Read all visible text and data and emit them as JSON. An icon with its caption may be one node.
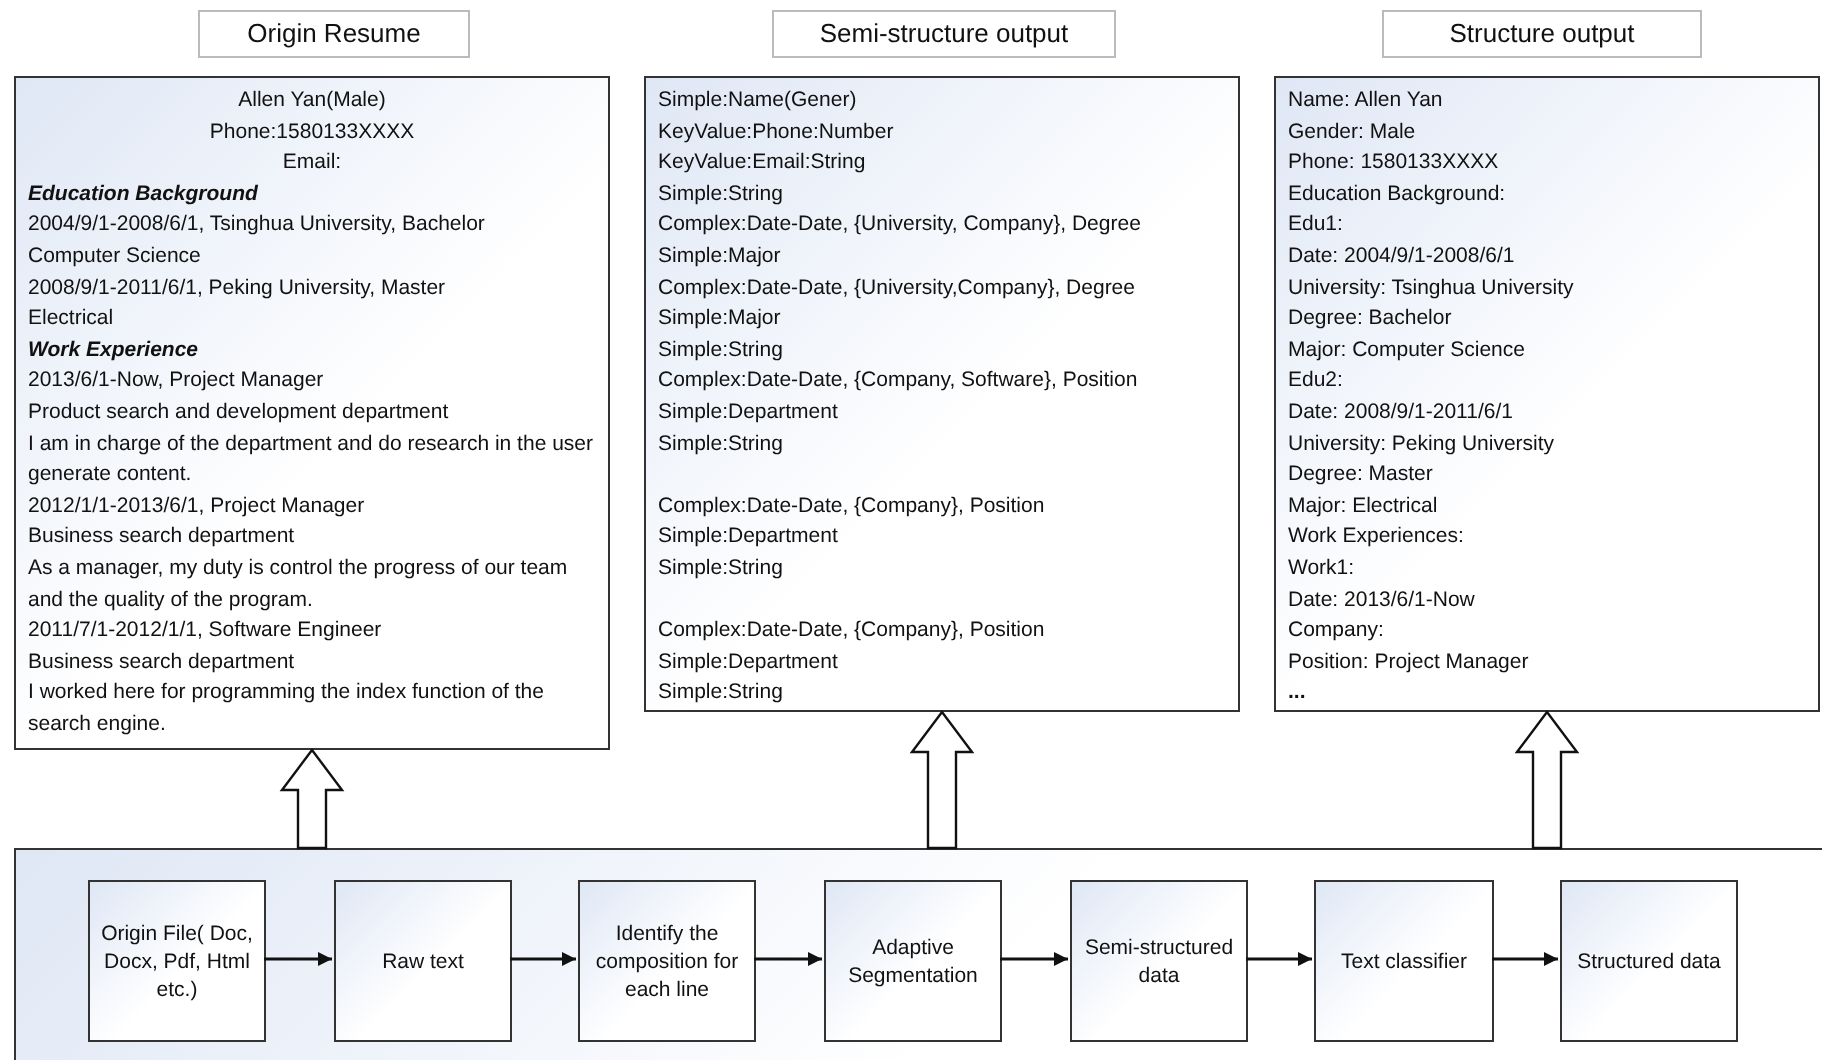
{
  "diagram": {
    "nodes": [
      {
        "text": [
          "Origin Resume",
          "Allen Yan(Male)",
          "Phone:1580133XXXX",
          "Email:",
          "Education Background",
          "2004/9/1-2008/6/1, Tsinghua University, Bachelor",
          "Computer Science",
          "2008/9/1-2011/6/1, Peking University, Master",
          "Electrical",
          "Work Experience",
          "2013/6/1-Now, Project Manager",
          "Product search and development department",
          "I am in charge of the department and do research in the user generate content.",
          "2012/1/1-2013/6/1, Project Manager",
          "Business search department",
          "As a manager, my duty is control the progress of our team and the quality of the program.",
          "2011/7/1-2012/1/1, Software Engineer",
          "Business search department",
          "I worked here for programming the index function of the search engine."
        ]
      },
      {
        "text": [
          "Semi-structure output",
          "Simple:Name(Gener)",
          "KeyValue:Phone:Number",
          "KeyValue:Email:String",
          "Simple:String",
          "Complex:Date-Date, {University, Company}, Degree",
          "Simple:Major",
          "Complex:Date-Date, {University,Company}, Degree",
          "Simple:Major",
          "Simple:String",
          "Complex:Date-Date, {Company, Software}, Position",
          "Simple:Department",
          "Simple:String",
          "Complex:Date-Date, {Company}, Position",
          "Simple:Department",
          "Simple:String",
          "Complex:Date-Date, {Company}, Position",
          "Simple:Department",
          "Simple:String"
        ]
      },
      {
        "text": [
          "Structure output",
          "Name: Allen Yan",
          "Gender: Male",
          "Phone: 1580133XXXX",
          "Education Background:",
          "Edu1:",
          "Date: 2004/9/1-2008/6/1",
          "University: Tsinghua University",
          "Degree: Bachelor",
          "Major: Computer Science",
          "Edu2:",
          "Date: 2008/9/1-2011/6/1",
          "University: Peking University",
          "Degree: Master",
          "Major: Electrical",
          "Work Experiences:",
          "Work1:",
          "Date: 2013/6/1-Now",
          "Company:",
          "Position: Project Manager",
          "..."
        ]
      },
      {
        "text": [],
        "shape": "box"
      },
      {
        "text": [
          "Origin File( Doc, Docx, Pdf, Html etc.)"
        ],
        "in": 3
      },
      {
        "text": [
          "Raw text"
        ],
        "in": 3
      },
      {
        "text": [
          "Identify the composition for each line"
        ],
        "in": 3
      },
      {
        "text": [
          "Adaptive Segmentation"
        ],
        "in": 3
      },
      {
        "text": [
          "Semi-structured data"
        ],
        "in": 3
      },
      {
        "text": [
          "Text classifier"
        ],
        "in": 3
      },
      {
        "text": [
          "Structured data"
        ],
        "in": 3
      }
    ],
    "edges": [
      {
        "from": 3,
        "to": 0,
        "arrow": "to",
        "style": "thick"
      },
      {
        "from": 3,
        "to": 1,
        "arrow": "to",
        "style": "thick"
      },
      {
        "from": 3,
        "to": 2,
        "arrow": "to",
        "style": "thick"
      },
      {
        "from": 4,
        "to": 5,
        "arrow": "to"
      },
      {
        "from": 5,
        "to": 6,
        "arrow": "to"
      },
      {
        "from": 6,
        "to": 7,
        "arrow": "to"
      },
      {
        "from": 7,
        "to": 8,
        "arrow": "to"
      },
      {
        "from": 8,
        "to": 9,
        "arrow": "to"
      },
      {
        "from": 9,
        "to": 10,
        "arrow": "to"
      }
    ]
  }
}
